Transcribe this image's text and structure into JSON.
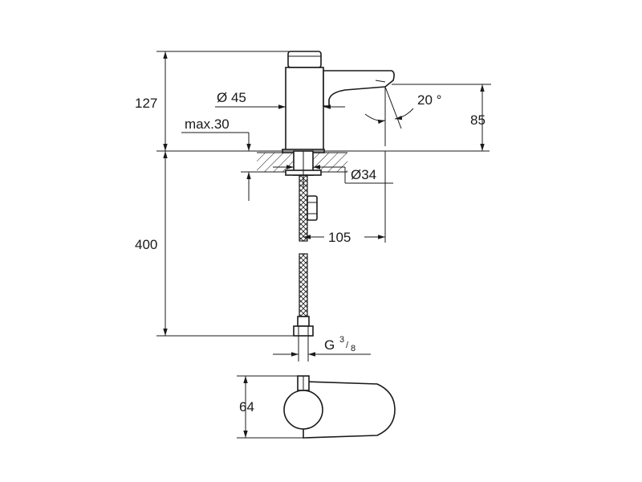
{
  "dimensions": {
    "height_total": "127",
    "body_diameter": "Ø 45",
    "max_thickness": "max.30",
    "spout_angle": "20 °",
    "spout_height": "85",
    "hole_diameter": "Ø34",
    "projection": "105",
    "hose_length": "400",
    "thread_letter": "G",
    "thread_num": "3",
    "thread_den": "8",
    "top_width": "64"
  }
}
